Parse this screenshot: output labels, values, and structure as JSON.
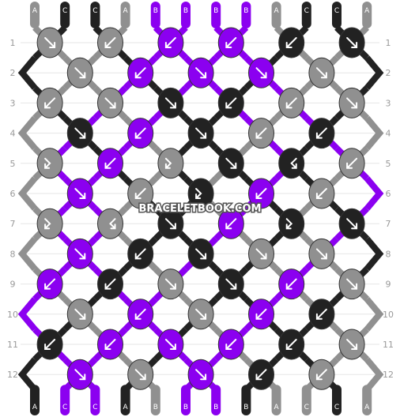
{
  "watermark": "BRACELETBOOK.COM",
  "top_strand_labels": [
    "A",
    "C",
    "C",
    "A",
    "B",
    "B",
    "B",
    "B",
    "A",
    "C",
    "C",
    "A"
  ],
  "bottom_strand_labels": [
    "A",
    "C",
    "C",
    "A",
    "B",
    "B",
    "B",
    "B",
    "A",
    "C",
    "C",
    "A"
  ],
  "row_labels": [
    "1",
    "2",
    "3",
    "4",
    "5",
    "6",
    "7",
    "8",
    "9",
    "10",
    "11",
    "12"
  ],
  "colors": {
    "A": "#909090",
    "B": "#8b00f0",
    "C": "#222222",
    "arrow": "#ffffff",
    "knot_outline": "#333333"
  },
  "knots": [
    [
      "f",
      "b",
      "b",
      "b",
      "b",
      "f"
    ],
    [
      "f",
      "b",
      "f",
      "f",
      "f",
      "b"
    ],
    [
      "b",
      "f",
      "f",
      "b",
      "b",
      "f"
    ],
    [
      "f",
      "b",
      "f",
      "b",
      "b",
      "f"
    ],
    [
      "fb",
      "b",
      "fb",
      "f",
      "bf",
      "b"
    ],
    [
      "f",
      "b",
      "fb",
      "b",
      "b",
      "f"
    ],
    [
      "fb",
      "bf",
      "f",
      "b",
      "fb",
      "f"
    ],
    [
      "f",
      "b",
      "f",
      "f",
      "f",
      "b"
    ],
    [
      "b",
      "b",
      "f",
      "f",
      "b",
      "f"
    ],
    [
      "f",
      "b",
      "f",
      "b",
      "b",
      "b"
    ],
    [
      "b",
      "b",
      "f",
      "b",
      "b",
      "f"
    ],
    [
      "f",
      "f",
      "f",
      "b",
      "b",
      "f"
    ]
  ]
}
